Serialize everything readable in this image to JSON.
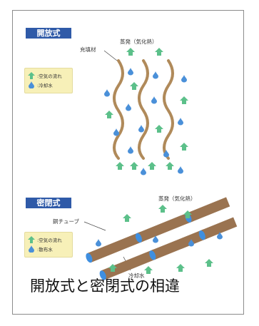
{
  "open": {
    "tag": "開放式",
    "legend_air": ":空気の流れ",
    "legend_water": ":冷却水",
    "evap": "蒸発（気化熱）",
    "fill": "充填材"
  },
  "closed": {
    "tag": "密閉式",
    "legend_air": ":空気の流れ",
    "legend_water": ":散布水",
    "evap": "蒸発（気化熱）",
    "tube": "銅チューブ",
    "coolant": "冷却水"
  },
  "caption": "開放式と密閉式の相違",
  "icons": [
    "air-flow-arrow-icon",
    "water-drop-icon"
  ],
  "colors": {
    "tag_bg": "#2f5aa8",
    "legend_bg": "#f7f0b8",
    "arrow": "#5cc08a",
    "drop": "#4a90d9",
    "fill": "#b08a5a",
    "pipe": "#9a7350",
    "pipe_end": "#3f8fe0"
  }
}
